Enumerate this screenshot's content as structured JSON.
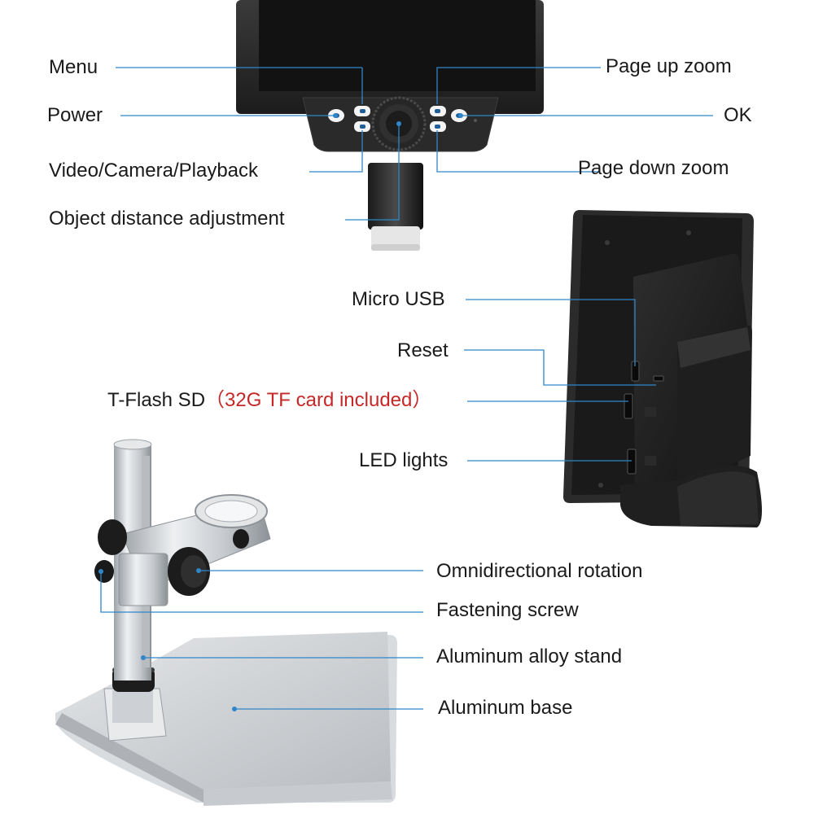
{
  "labels": {
    "menu": "Menu",
    "power": "Power",
    "video_camera_playback": "Video/Camera/Playback",
    "object_distance": "Object distance adjustment",
    "page_up_zoom": "Page up zoom",
    "ok": "OK",
    "page_down_zoom": "Page down zoom",
    "micro_usb": "Micro USB",
    "reset": "Reset",
    "tflash_sd": "T-Flash SD",
    "tflash_note": "（32G TF card included）",
    "led_lights": "LED lights",
    "omni_rotation": "Omnidirectional rotation",
    "fastening_screw": "Fastening screw",
    "aluminum_stand": "Aluminum alloy stand",
    "aluminum_base": "Aluminum base"
  },
  "colors": {
    "callout_line": "#2f86c9",
    "label_text": "#1a1a1a",
    "note_text": "#c62828"
  }
}
